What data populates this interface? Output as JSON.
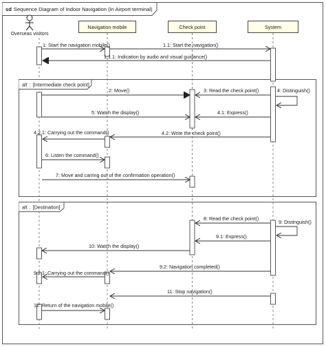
{
  "frame": {
    "keyword": "sd",
    "title": "Sequence Diagram of Indoor Navigation (In Airport terminal)"
  },
  "lifelines": {
    "actor": "Overseas visitors",
    "nav": "Navigation mobile",
    "cp": "Check point",
    "sys": "System"
  },
  "fragments": {
    "alt1": {
      "keyword": "alt",
      "guard": "[Intermediate check point]"
    },
    "alt2": {
      "keyword": "alt",
      "guard": "[Destination]"
    }
  },
  "messages": {
    "m1": "1: Start the navigation mobile()",
    "m1_1": "1.1: Start the navigation()",
    "m1_1_1": "1.1.1: Indication by audio and visual guidance()",
    "m2": "2: Move()",
    "m3": "3: Read the check point()",
    "m4": "4: Distinguish()",
    "m5": "5: Watch the display()",
    "m4_1": "4.1: Express()",
    "m4_2_1": "4.2.1: Carrying out  the command()",
    "m4_2": "4.2: Write the check point()",
    "m6": "6: Listen the command()",
    "m7": "7: Move and carring out of the confirmation operation()",
    "m8": "8: Read the check point()",
    "m9": "9: Distinguish()",
    "m9_1": "9.1: Express()",
    "m10": "10: Watch the display()",
    "m9_2": "9.2: Navigation completed()",
    "m9_2_1": "9.2.1: Carrying out  the command()",
    "m11": "11: Stop navigation()",
    "m12": "12: Return of the navigation mobile()"
  }
}
